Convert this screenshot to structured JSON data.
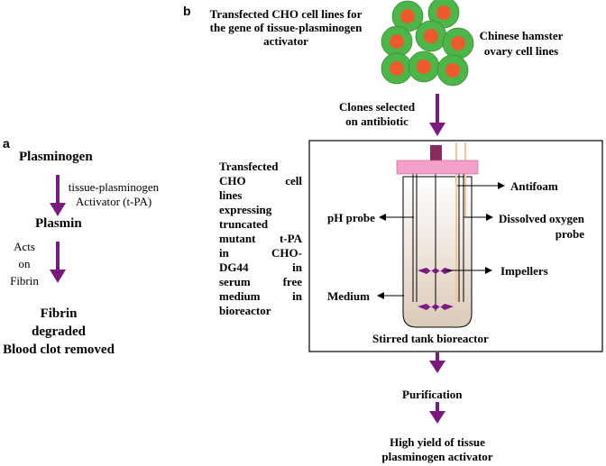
{
  "panel_a": {
    "letter": "a",
    "plasminogen": "Plasminogen",
    "enzyme_line1": "tissue-plasminogen",
    "enzyme_line2": "Activator (t-PA)",
    "plasmin": "Plasmin",
    "acts_line1": "Acts",
    "acts_line2": "on",
    "acts_line3": "Fibrin",
    "result_line1": "Fibrin",
    "result_line2": "degraded",
    "result_line3": "Blood clot removed"
  },
  "panel_b": {
    "letter": "b",
    "header_line1": "Transfected CHO cell lines for",
    "header_line2": "the gene of tissue-plasminogen",
    "header_line3": "activator",
    "cells_line1": "Chinese hamster",
    "cells_line2": "ovary cell lines",
    "clones_line1": "Clones selected",
    "clones_line2": "on antibiotic",
    "desc_lines": [
      "Transfected",
      "CHO cell",
      "lines",
      "expressing",
      "truncated",
      "mutant t-PA",
      "in CHO-",
      "DG44 in",
      "serum free",
      "medium in",
      "bioreactor"
    ],
    "antifoam": "Antifoam",
    "ph_probe": "pH probe",
    "do_line1": "Dissolved oxygen",
    "do_line2": "probe",
    "impellers": "Impellers",
    "medium": "Medium",
    "bioreactor": "Stirred tank bioreactor",
    "purification": "Purification",
    "yield_line1": "High yield of tissue",
    "yield_line2": "plasminogen activator"
  },
  "colors": {
    "arrow": "#7b1a7e",
    "cell_outer": "#4cb748",
    "cell_nucleus": "#ee5a2b",
    "cap": "#f4a0c8",
    "shaft": "#8a2a5e",
    "medium_top": "#ffffff",
    "medium_bottom": "#dccab8",
    "probe": "#f2c89a"
  }
}
